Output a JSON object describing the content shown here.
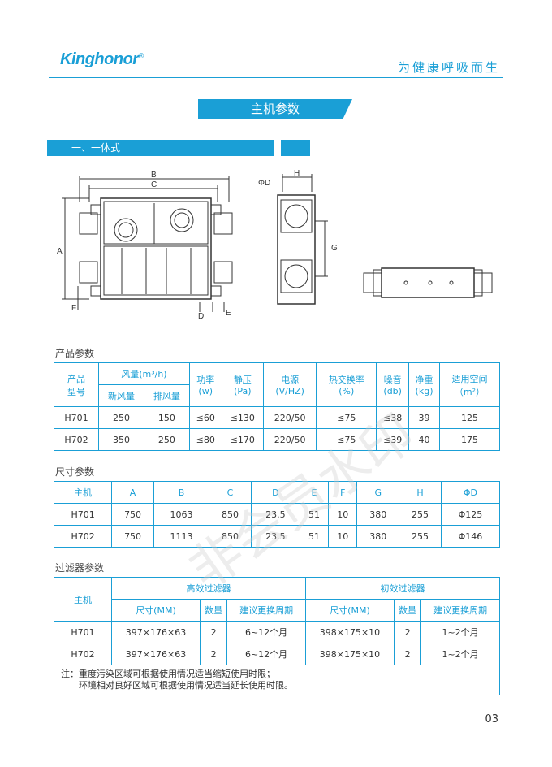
{
  "header": {
    "brand": "Kinghonor",
    "brand_mark": "®",
    "slogan": "为健康呼吸而生"
  },
  "main_title": "主机参数",
  "section_title": "一、一体式",
  "diagram_labels": {
    "B": "B",
    "C": "C",
    "A": "A",
    "F": "F",
    "D": "D",
    "E": "E",
    "H": "H",
    "phiD": "ΦD",
    "G": "G"
  },
  "product": {
    "label": "产品参数",
    "headers": {
      "model": "产品\n型号",
      "airflow": "风量(m³/h)",
      "fresh": "新风量",
      "exhaust": "排风量",
      "power": "功率\n(w)",
      "pressure": "静压\n(Pa)",
      "supply": "电源\n(V/HZ)",
      "efficiency": "热交换率\n(%)",
      "noise": "噪音\n(db)",
      "weight": "净重\n(kg)",
      "area": "适用空间\n（m²）"
    },
    "rows": [
      [
        "H701",
        "250",
        "150",
        "≤60",
        "≤130",
        "220/50",
        "≤75",
        "≤38",
        "39",
        "125"
      ],
      [
        "H702",
        "350",
        "250",
        "≤80",
        "≤170",
        "220/50",
        "≤75",
        "≤39",
        "40",
        "175"
      ]
    ]
  },
  "dimension": {
    "label": "尺寸参数",
    "headers": [
      "主机",
      "A",
      "B",
      "C",
      "D",
      "E",
      "F",
      "G",
      "H",
      "ΦD"
    ],
    "rows": [
      [
        "H701",
        "750",
        "1063",
        "850",
        "23.5",
        "51",
        "10",
        "380",
        "255",
        "Φ125"
      ],
      [
        "H702",
        "750",
        "1113",
        "850",
        "23.5",
        "51",
        "10",
        "380",
        "255",
        "Φ146"
      ]
    ]
  },
  "filter": {
    "label": "过滤器参数",
    "host": "主机",
    "high": "高效过滤器",
    "primary": "初效过滤器",
    "sub": [
      "尺寸(MM)",
      "数量",
      "建议更换周期",
      "尺寸(MM)",
      "数量",
      "建议更换周期"
    ],
    "rows": [
      [
        "H701",
        "397×176×63",
        "2",
        "6~12个月",
        "398×175×10",
        "2",
        "1~2个月"
      ],
      [
        "H702",
        "397×176×63",
        "2",
        "6~12个月",
        "398×175×10",
        "2",
        "1~2个月"
      ]
    ],
    "note1": "注：重度污染区域可根据使用情况适当缩短使用时限；",
    "note2": "　　环境相对良好区域可根据使用情况适当延长使用时限。"
  },
  "watermark": "非会员水印",
  "page_number": "03",
  "colors": {
    "accent": "#1a9fd6"
  }
}
